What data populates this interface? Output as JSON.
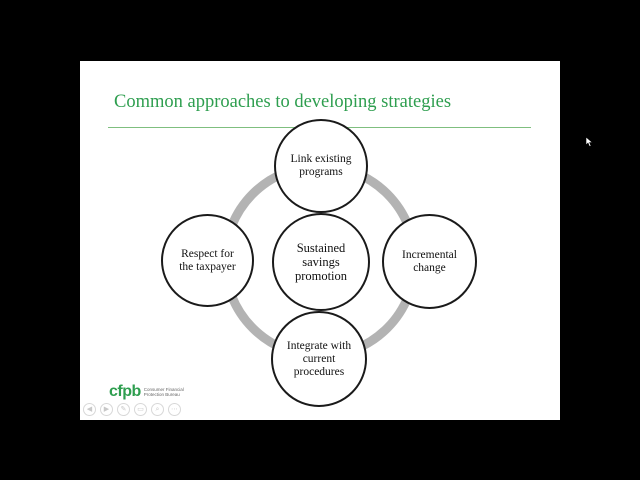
{
  "slide": {
    "title": "Common approaches to developing strategies",
    "nodes": {
      "top": "Link existing programs",
      "left": "Respect for the taxpayer",
      "center": "Sustained savings promotion",
      "right": "Incremental change",
      "bottom": "Integrate with current procedures"
    },
    "logo": {
      "wordmark": "cfpb",
      "subtitle": "Consumer Financial Protection Bureau"
    },
    "colors": {
      "title": "#2e9e4f",
      "rule": "#7fbf7f",
      "ring": "#b3b3b3",
      "node_border": "#1a1a1a"
    }
  },
  "player_controls": [
    {
      "icon": "previous-icon",
      "glyph": "◀"
    },
    {
      "icon": "next-icon",
      "glyph": "▶"
    },
    {
      "icon": "edit-icon",
      "glyph": "✎"
    },
    {
      "icon": "slides-icon",
      "glyph": "▭"
    },
    {
      "icon": "zoom-icon",
      "glyph": "⌕"
    },
    {
      "icon": "more-icon",
      "glyph": "⋯"
    }
  ]
}
